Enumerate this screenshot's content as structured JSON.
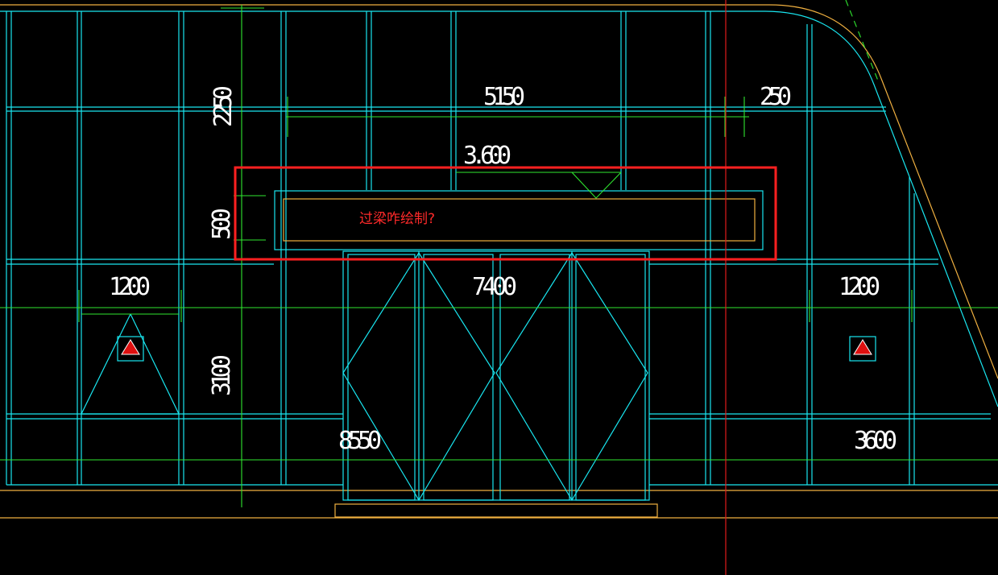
{
  "drawing": {
    "annotation_text": "过梁咋绘制?",
    "dimensions": {
      "d_5150": "5150",
      "d_250": "250",
      "d_2250": "2250",
      "d_3600_elev": "3.600",
      "d_500": "500",
      "d_1200_left": "1200",
      "d_7400": "7400",
      "d_1200_right": "1200",
      "d_3100": "3100",
      "d_8550": "8550",
      "d_3600": "3600"
    },
    "colors": {
      "background": "#000000",
      "mullion": "#19e6f0",
      "dimension_line": "#2fe62f",
      "outline_orange": "#f0b040",
      "highlight_box": "#ff2020",
      "axis_red": "#e11b1b",
      "text": "#ffffff"
    }
  }
}
